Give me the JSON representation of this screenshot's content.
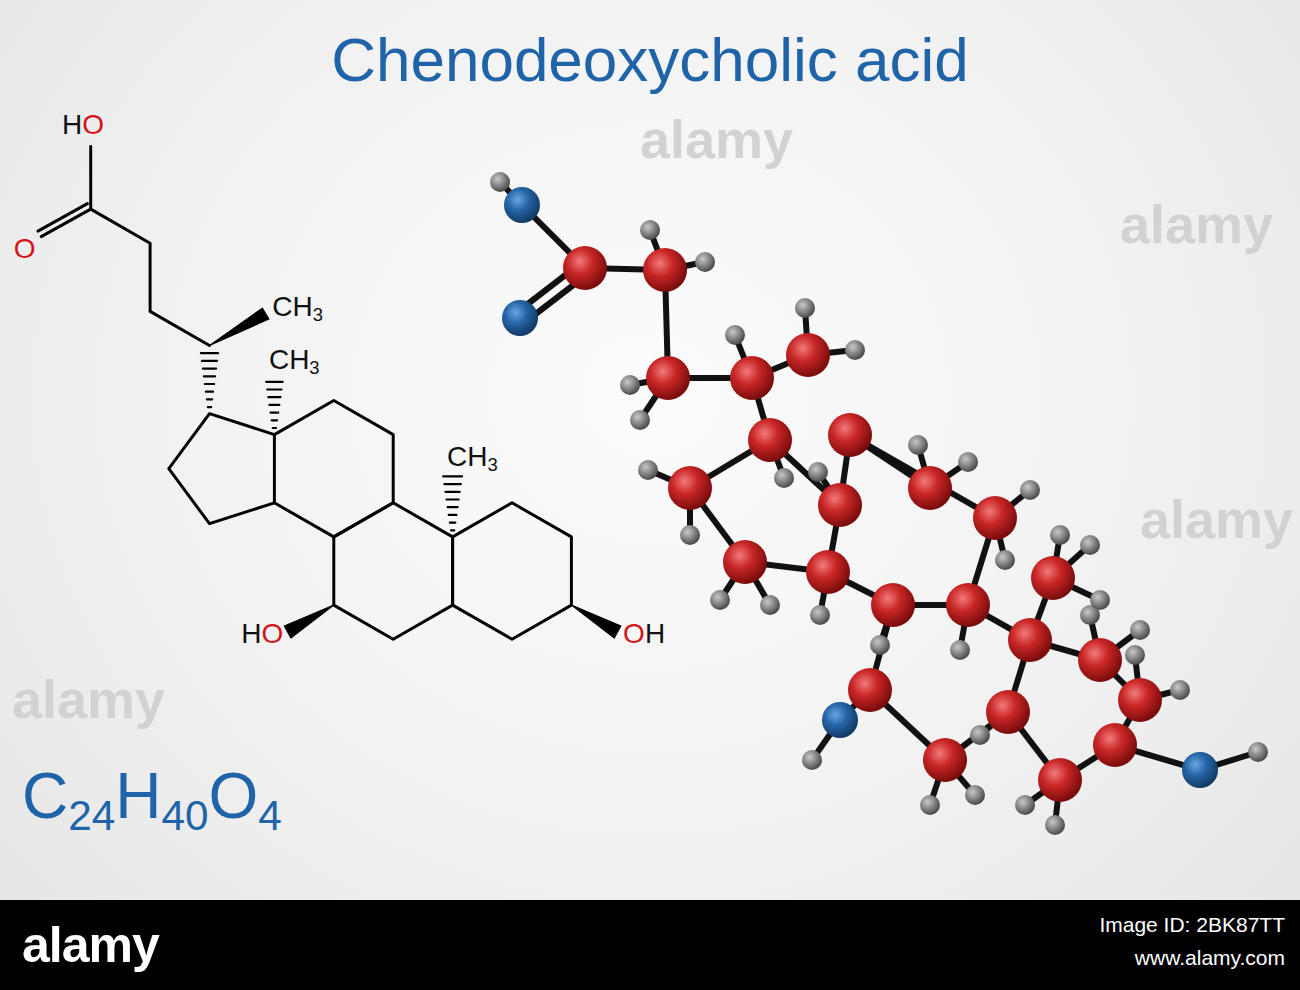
{
  "diagram": {
    "title": "Chenodeoxycholic acid",
    "labels": [
      "HO",
      "O",
      "CH3",
      "CH3",
      "CH3",
      "HO",
      "OH",
      "C24H40O4",
      "alamy",
      "alamy",
      "alamy",
      "alamy",
      "alamy",
      "Image ID: 2BK87TT",
      "www.alamy.com"
    ]
  }
}
